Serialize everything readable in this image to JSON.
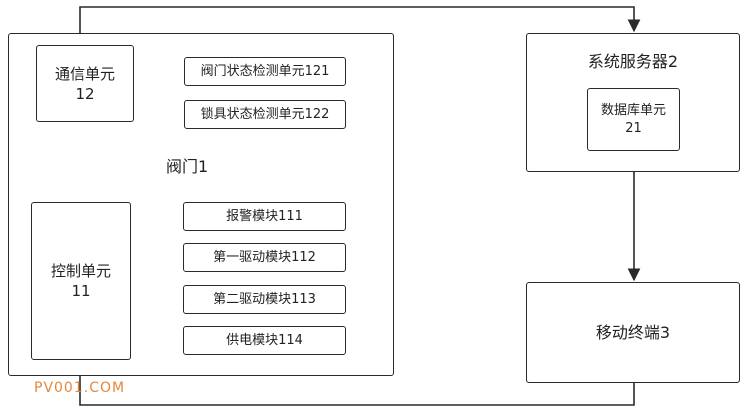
{
  "valve": {
    "title": "阀门1",
    "comm_unit": {
      "name": "通信单元",
      "id": "12"
    },
    "control_unit": {
      "name": "控制单元",
      "id": "11"
    },
    "detect_units": [
      {
        "label": "阀门状态检测单元121"
      },
      {
        "label": "锁具状态检测单元122"
      }
    ],
    "modules": [
      {
        "label": "报警模块111"
      },
      {
        "label": "第一驱动模块112"
      },
      {
        "label": "第二驱动模块113"
      },
      {
        "label": "供电模块114"
      }
    ]
  },
  "server": {
    "title": "系统服务器2",
    "db_unit": {
      "name": "数据库单元",
      "id": "21"
    }
  },
  "terminal": {
    "title": "移动终端3"
  },
  "watermark": "PV001.COM"
}
